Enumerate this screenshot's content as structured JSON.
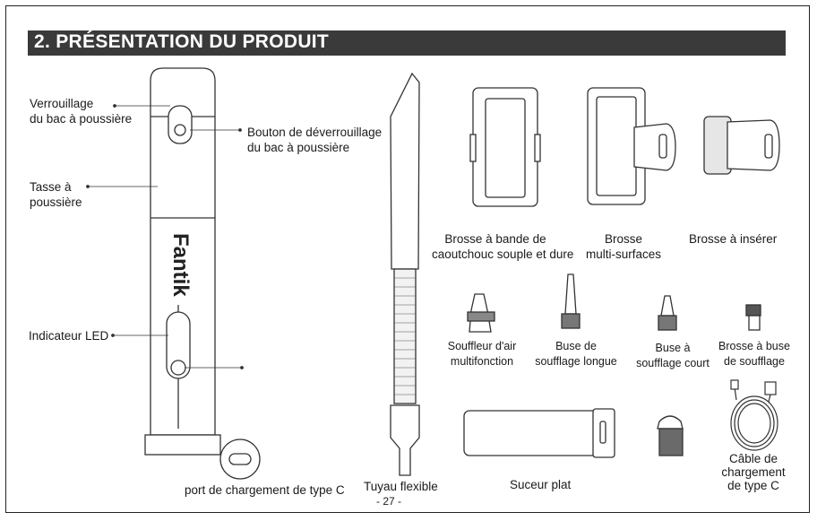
{
  "header": {
    "title": "2. PRÉSENTATION DU PRODUIT"
  },
  "vacuum": {
    "brand": "Fantik",
    "callouts": {
      "lock": [
        "Verrouillage",
        "du bac à poussière"
      ],
      "release": [
        "Bouton de déverrouillage",
        "du bac à poussière"
      ],
      "cup": [
        "Tasse à",
        "poussière"
      ],
      "led": "Indicateur LED",
      "usb_port": "port de chargement de type C"
    }
  },
  "accessories": {
    "rubber_brush": [
      "Brosse à bande de",
      "caoutchouc souple et dure"
    ],
    "multi_brush": [
      "Brosse",
      "multi-surfaces"
    ],
    "insert_brush": "Brosse à insérer",
    "air_blower": [
      "Souffleur d'air",
      "multifonction"
    ],
    "long_nozzle": [
      "Buse de",
      "soufflage longue"
    ],
    "short_nozzle": [
      "Buse à",
      "soufflage court"
    ],
    "blow_brush": [
      "Brosse à buse",
      "de soufflage"
    ],
    "hose": "Tuyau flexible",
    "flat_nozzle": "Suceur plat",
    "cable": [
      "Câble de",
      "chargement",
      "de type C"
    ]
  },
  "page_number": "- 27 -"
}
